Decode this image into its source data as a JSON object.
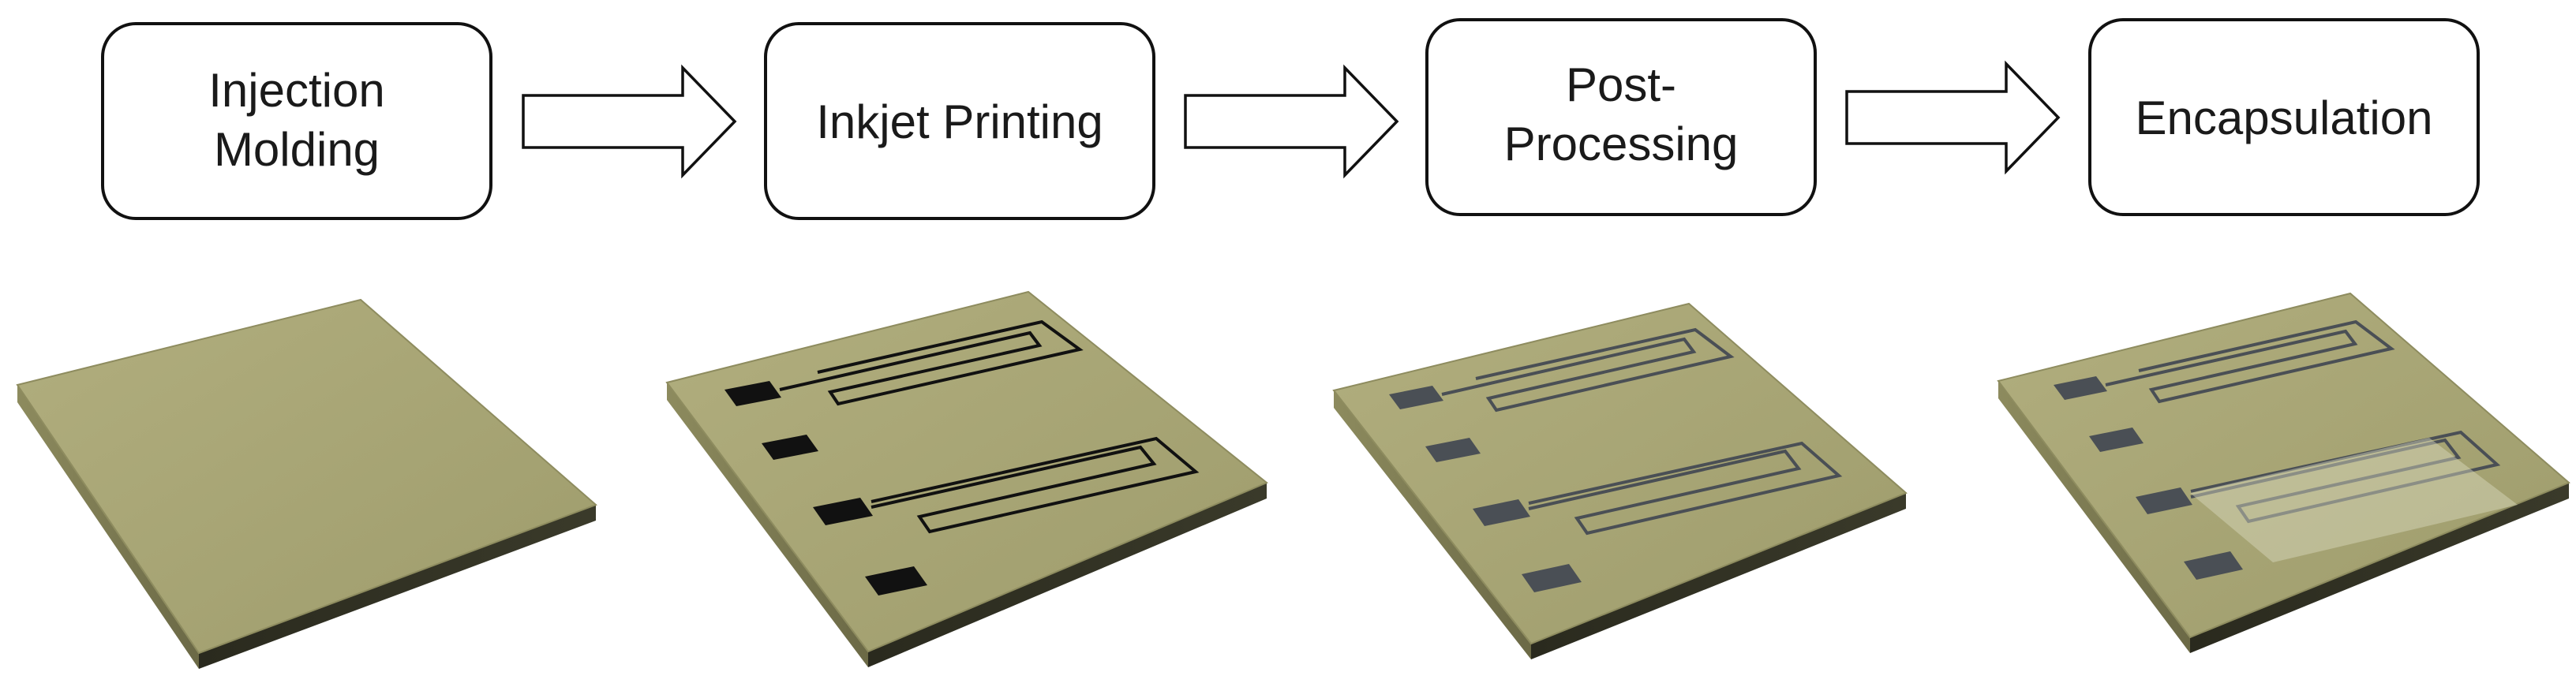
{
  "steps": [
    {
      "lines": [
        "Injection",
        "Molding"
      ]
    },
    {
      "lines": [
        "Inkjet Printing"
      ]
    },
    {
      "lines": [
        "Post-",
        "Processing"
      ]
    },
    {
      "lines": [
        "Encapsulation"
      ]
    }
  ],
  "colors": {
    "substrate_top": "#a8a675",
    "substrate_side": "#6f6d48",
    "substrate_edge": "#1b1b14",
    "ink_printed": "#111111",
    "ink_processed": "#4a4f55",
    "encapsulant": "#d3d4b4",
    "box_stroke": "#111111",
    "arrow_stroke": "#111111"
  }
}
